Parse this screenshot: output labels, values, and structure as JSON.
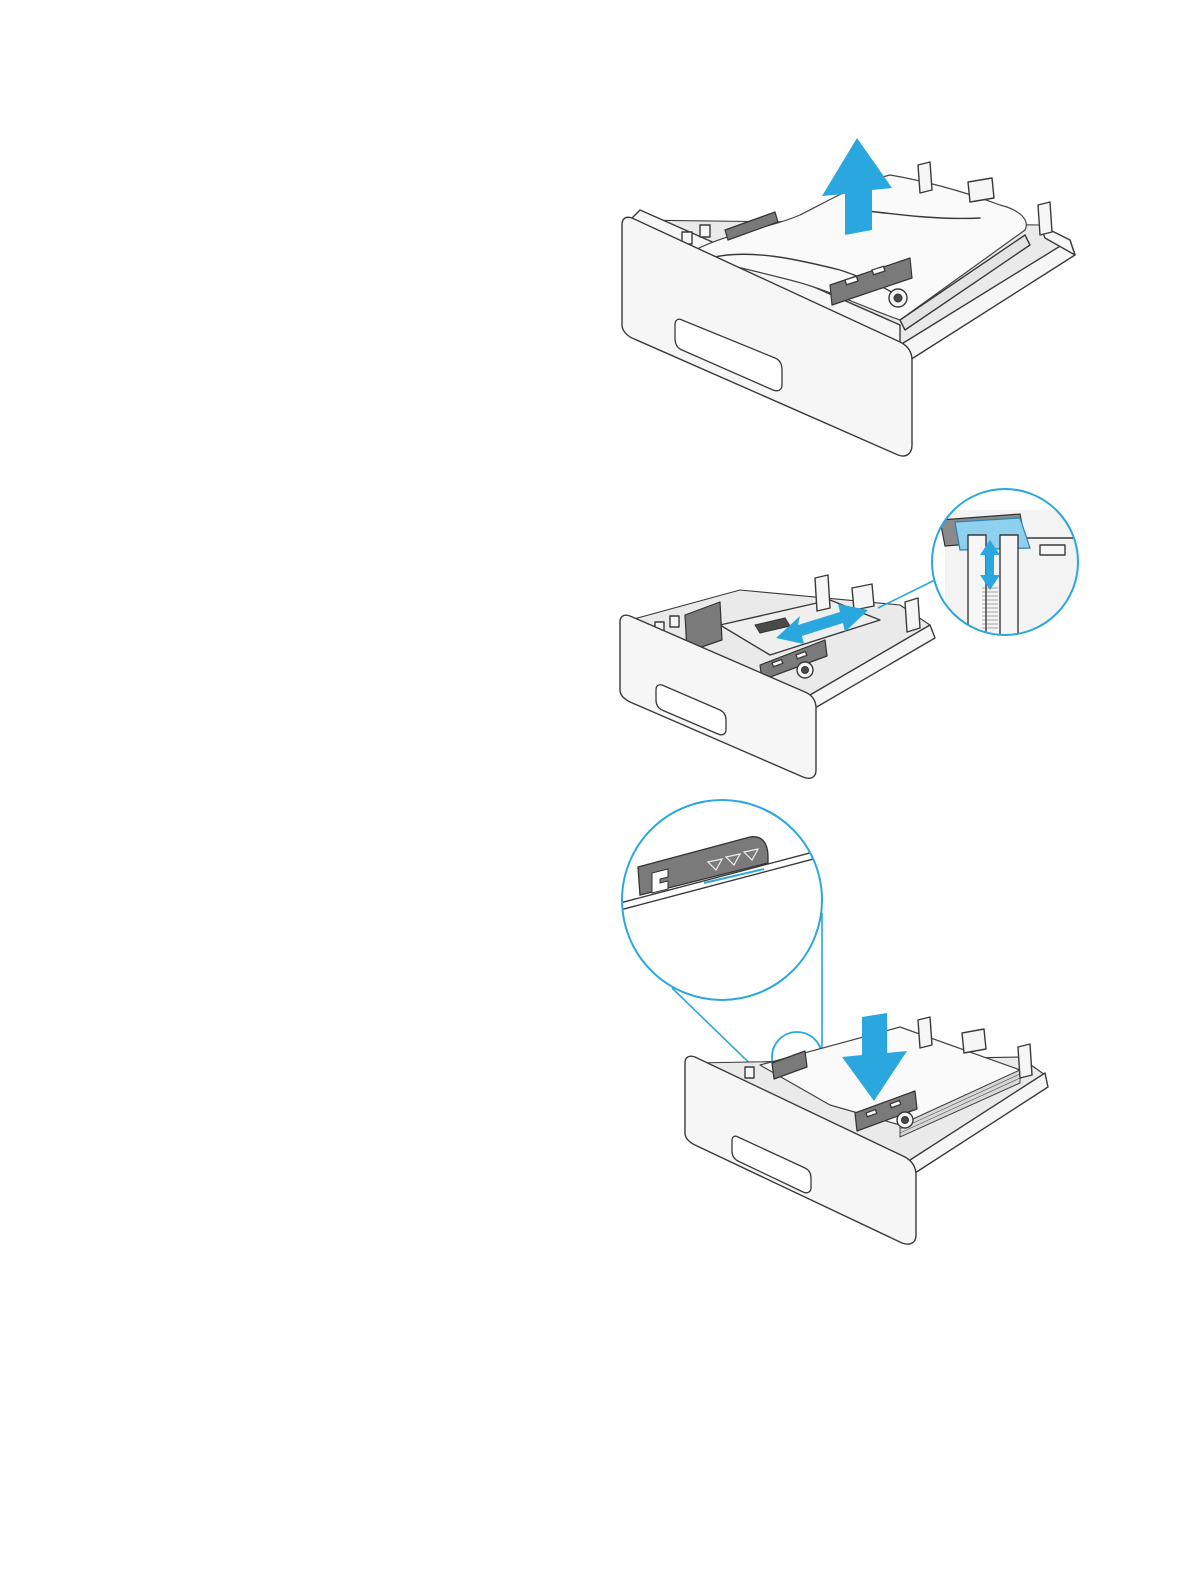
{
  "figures": [
    {
      "id": "remove-paper",
      "arrow": "up",
      "arrow_color": "#2aa7de"
    },
    {
      "id": "adjust-guides",
      "arrow": "horizontal-and-vertical",
      "arrow_color": "#2aa7de",
      "callout_color": "#2aa7de"
    },
    {
      "id": "load-paper",
      "arrow": "down",
      "arrow_color": "#2aa7de",
      "callout_color": "#2aa7de",
      "detail": "max-stack-height-marks"
    }
  ],
  "colors": {
    "accent": "#2aa7de",
    "outline": "#3a3a3a",
    "guide": "#7a7a7a",
    "tray": "#f6f6f6"
  }
}
